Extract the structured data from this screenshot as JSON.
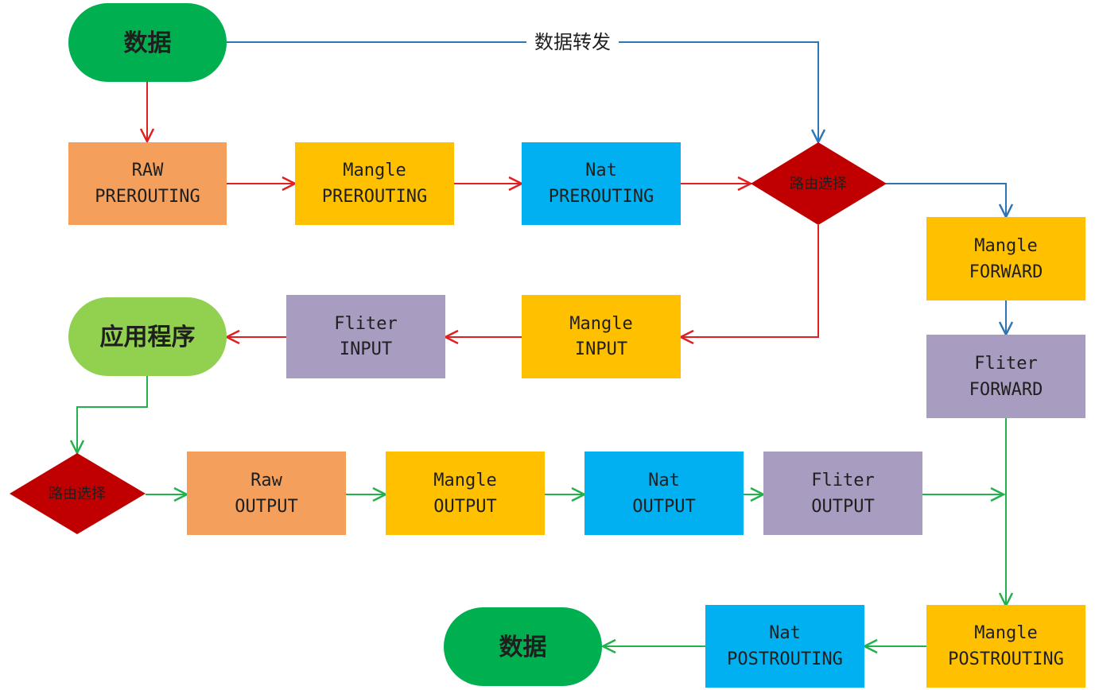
{
  "colors": {
    "red": "#e02020",
    "blue": "#2e75b6",
    "green": "#22b14c",
    "terminal_green": "#00b050",
    "terminal_lightgreen": "#92d050",
    "raw": "#f4a05c",
    "mangle": "#ffc000",
    "nat": "#00b0f0",
    "filter": "#a89cc0",
    "decision": "#c00000"
  },
  "terminals": {
    "data_in": "数据",
    "app": "应用程序",
    "data_out": "数据"
  },
  "decisions": {
    "route_in": "路由选择",
    "route_out": "路由选择"
  },
  "edge_labels": {
    "forward": "数据转发"
  },
  "boxes": {
    "raw_prerouting": {
      "line1": "RAW",
      "line2": "PREROUTING"
    },
    "mangle_prerouting": {
      "line1": "Mangle",
      "line2": "PREROUTING"
    },
    "nat_prerouting": {
      "line1": "Nat",
      "line2": "PREROUTING"
    },
    "mangle_forward": {
      "line1": "Mangle",
      "line2": "FORWARD"
    },
    "filter_forward": {
      "line1": "Fliter",
      "line2": "FORWARD"
    },
    "mangle_input": {
      "line1": "Mangle",
      "line2": "INPUT"
    },
    "filter_input": {
      "line1": "Fliter",
      "line2": "INPUT"
    },
    "raw_output": {
      "line1": "Raw",
      "line2": "OUTPUT"
    },
    "mangle_output": {
      "line1": "Mangle",
      "line2": "OUTPUT"
    },
    "nat_output": {
      "line1": "Nat",
      "line2": "OUTPUT"
    },
    "filter_output": {
      "line1": "Fliter",
      "line2": "OUTPUT"
    },
    "mangle_postrouting": {
      "line1": "Mangle",
      "line2": "POSTROUTING"
    },
    "nat_postrouting": {
      "line1": "Nat",
      "line2": "POSTROUTING"
    }
  }
}
